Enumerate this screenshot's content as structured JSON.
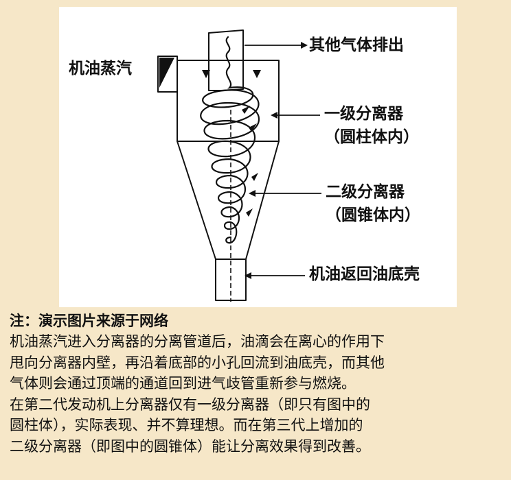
{
  "diagram": {
    "labels": {
      "oil_vapor": "机油蒸汽",
      "gas_exhaust": "其他气体排出",
      "stage1_line1": "一级分离器",
      "stage1_line2": "（圆柱体内）",
      "stage2_line1": "二级分离器",
      "stage2_line2": "（圆锥体内）",
      "oil_return": "机油返回油底壳"
    }
  },
  "caption": {
    "note": "注：演示图片来源于网络",
    "lines": [
      "机油蒸汽进入分离器的分离管道后，油滴会在离心的作用下",
      "甩向分离器内壁，再沿着底部的小孔回流到油底壳，而其他",
      "气体则会通过顶端的通道回到进气歧管重新参与燃烧。",
      "在第二代发动机上分离器仅有一级分离器（即只有图中的",
      "圆柱体），实际表现、并不算理想。而在第三代上增加的",
      "二级分离器（即图中的圆锥体）能让分离效果得到改善。"
    ]
  },
  "colors": {
    "background": "#f6e7c8",
    "panel": "#ffffff",
    "ink": "#111111"
  }
}
